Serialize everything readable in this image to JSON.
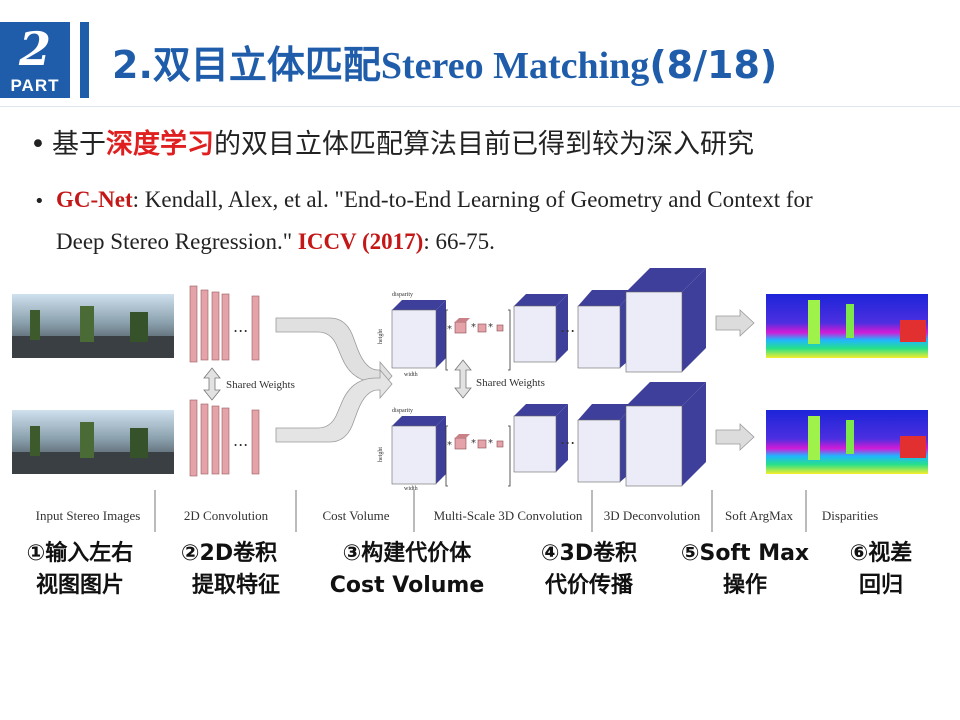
{
  "badge": {
    "number": "2",
    "label": "PART"
  },
  "title": {
    "cn": "2.双目立体匹配",
    "en": "Stereo Matching",
    "count": "(8/18)"
  },
  "bullet1": {
    "pre": "基于",
    "highlight": "深度学习",
    "post": "的双目立体匹配算法目前已得到较为深入研究"
  },
  "bullet2": {
    "model": "GC-Net",
    "text1": ": Kendall, Alex, et al. \"End-to-End Learning of Geometry and Context for",
    "text2": "Deep Stereo Regression.\" ",
    "venue": "ICCV (2017)",
    "pages": ": 66-75."
  },
  "figure": {
    "shared_weights_left": "Shared Weights",
    "shared_weights_right": "Shared Weights",
    "axis_disparity": "disparity",
    "axis_height": "height",
    "axis_width": "width",
    "captions": [
      "Input Stereo Images",
      "2D Convolution",
      "Cost Volume",
      "Multi-Scale 3D Convolution",
      "3D Deconvolution",
      "Soft ArgMax",
      "Disparities"
    ],
    "colors": {
      "conv": "#e3a3a8",
      "cube_front": "#ececf8",
      "cube_side": "#3e3f9a",
      "arrow": "#d4d4d4"
    }
  },
  "steps": [
    {
      "line1": "①输入左右",
      "line2": "视图图片"
    },
    {
      "line1": "②2D卷积",
      "line2": "提取特征"
    },
    {
      "line1": "③构建代价体",
      "line2": "Cost Volume"
    },
    {
      "line1": "④3D卷积",
      "line2": "代价传播"
    },
    {
      "line1": "⑤Soft Max",
      "line2": "操作"
    },
    {
      "line1": "⑥视差",
      "line2": "回归"
    }
  ],
  "colors": {
    "accent": "#1f5dab",
    "highlight": "#e02020"
  }
}
